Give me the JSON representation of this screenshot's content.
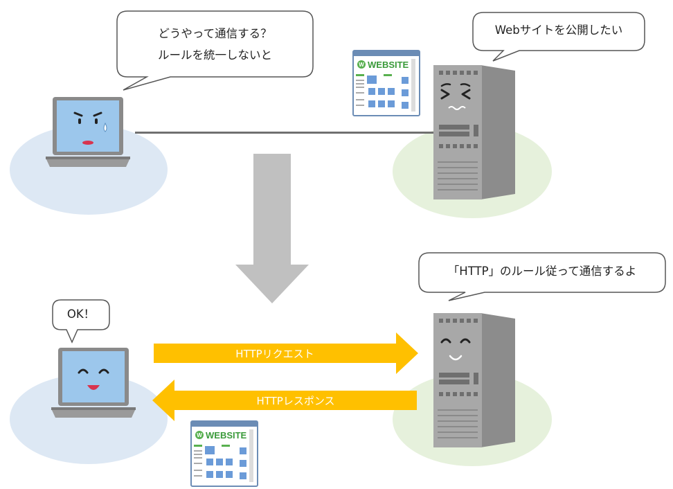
{
  "top_scene": {
    "client_bubble": {
      "line1": "どうやって通信する？",
      "line2": "ルールを統一しないと"
    },
    "server_bubble": "Webサイトを公開したい",
    "website_logo": "WEBSITE"
  },
  "bottom_scene": {
    "client_bubble": "OK！",
    "server_bubble": "「HTTP」のルール従って通信するよ",
    "request_label": "HTTPリクエスト",
    "response_label": "HTTPレスポンス",
    "website_logo": "WEBSITE"
  },
  "colors": {
    "client_area": "#dde8f4",
    "server_area": "#e6f1dc",
    "arrow": "#ffc000",
    "transition_arrow": "#c0c0c0",
    "screen": "#9cc7ec",
    "server_body": "#8c8c8c"
  }
}
